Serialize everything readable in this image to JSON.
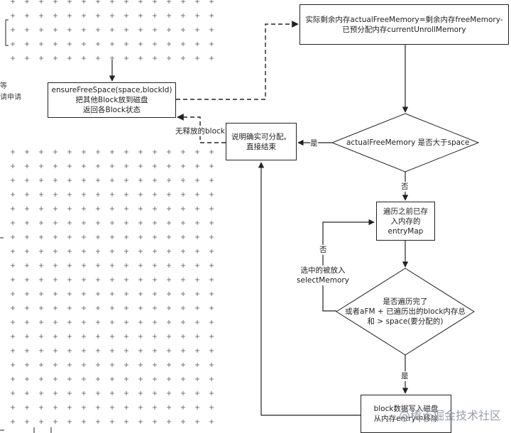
{
  "nodes": {
    "actual_free_memory": [
      "实际剩余内存actualFreeMemory=剩余内存freeMemory-",
      "已预分配内存currentUnrollMemory"
    ],
    "ensure_free_space": [
      "ensureFreeSpace(space,blockId)",
      "把其他Block放到磁盘",
      "返回各Block状态"
    ],
    "compare_space": "actualFreeMemory 是否大于space",
    "can_allocate": [
      "说明确实可分配。",
      "直接结束"
    ],
    "iterate_entries": [
      "遍历之前已存",
      "入内存的",
      "entryMap"
    ],
    "loop_check": [
      "是否遍历完了",
      "或者aFM + 已遍历出的block内存总",
      "和 > space(要分配的)"
    ],
    "write_disk": [
      "block数据写入磁盘",
      "从内存entry中移除"
    ]
  },
  "edge_labels": {
    "unreleased_block": "无释放的block",
    "yes_to_allocate": "是",
    "no_to_iterate": "否",
    "no_loop": "否",
    "select_memory": [
      "选中的被放入",
      "selectMemory"
    ],
    "yes_to_write": "是"
  },
  "cut_text": {
    "left_a": "等",
    "left_b": "请申请"
  },
  "watermark": "@稀土掘金技术社区"
}
